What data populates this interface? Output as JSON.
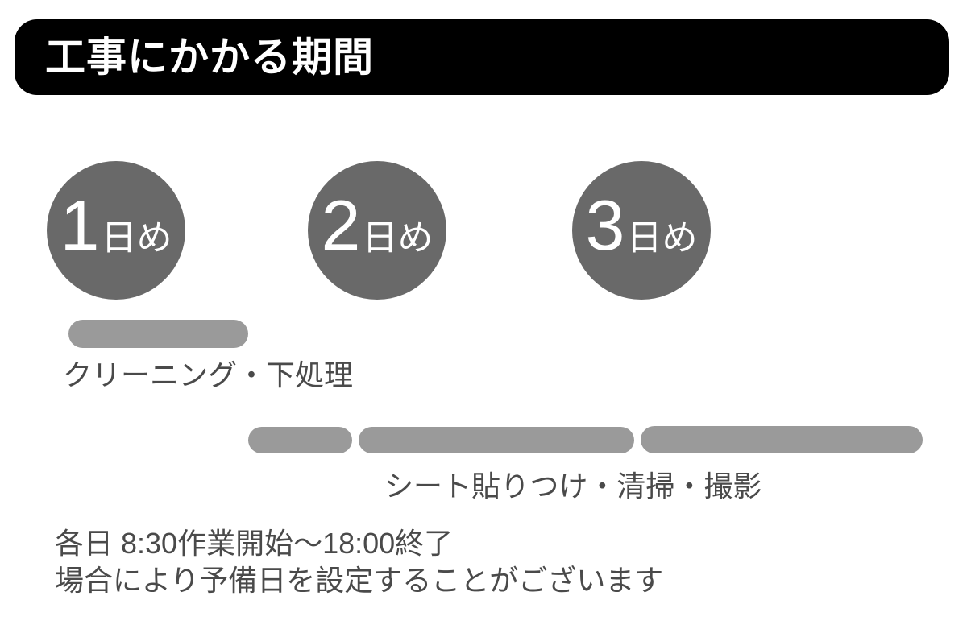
{
  "header": {
    "title": "工事にかかる期間",
    "bg_color": "#000000",
    "text_color": "#ffffff"
  },
  "timeline": {
    "circle_color": "#696969",
    "bar_color": "#9a9a9a",
    "days": [
      {
        "number": "1",
        "suffix": "日め"
      },
      {
        "number": "2",
        "suffix": "日め"
      },
      {
        "number": "3",
        "suffix": "日め"
      }
    ],
    "phases": [
      {
        "label": "クリーニング・下処理",
        "day": "1日め",
        "segments": 1
      },
      {
        "label": "シート貼りつけ・清掃・撮影",
        "days": "2日め〜3日め",
        "segments": 3
      }
    ]
  },
  "footer": {
    "line1": "各日 8:30作業開始〜18:00終了",
    "line2": "場合により予備日を設定することがございます"
  }
}
